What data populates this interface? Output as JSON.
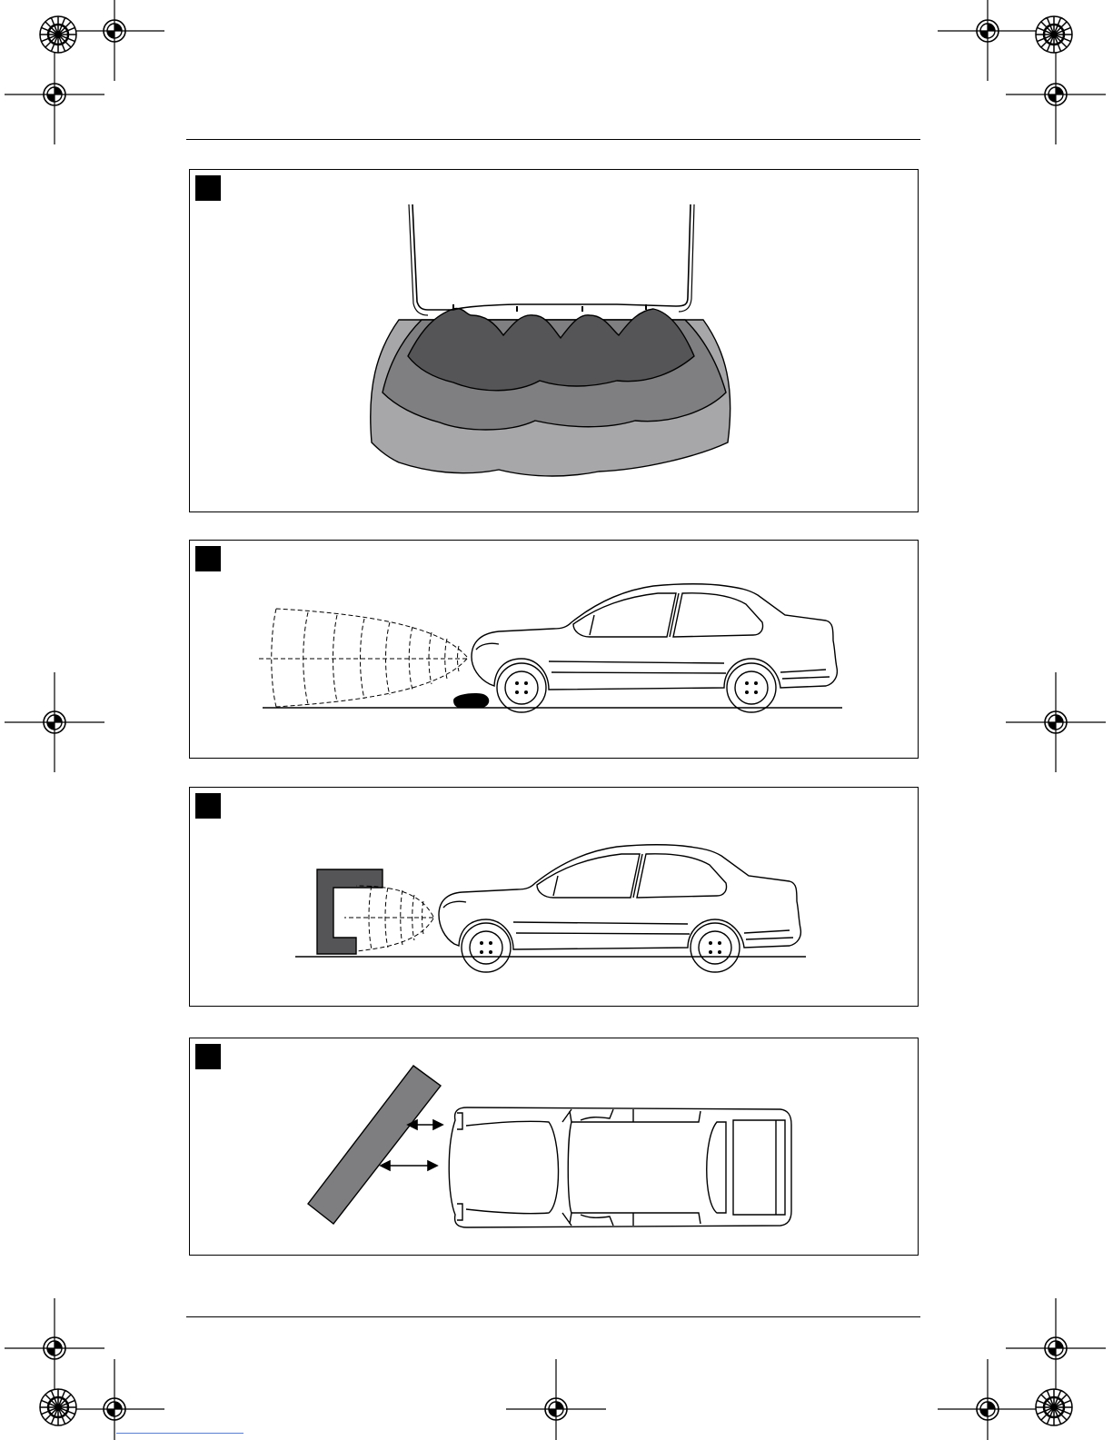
{
  "page": {
    "panels": [
      {
        "id": "sensor-zones",
        "badge": ""
      },
      {
        "id": "low-obstacle",
        "badge": ""
      },
      {
        "id": "overhanging-obstacle",
        "badge": ""
      },
      {
        "id": "angled-obstacle",
        "badge": ""
      }
    ],
    "colors": {
      "zone_dark": "#555557",
      "zone_mid": "#7f7f82",
      "zone_light": "#a7a7aa",
      "obstacle": "#7e7e80",
      "badge": "#000000",
      "line": "#000000"
    },
    "icons": [
      "registration-mark-icon",
      "star-target-icon"
    ]
  }
}
